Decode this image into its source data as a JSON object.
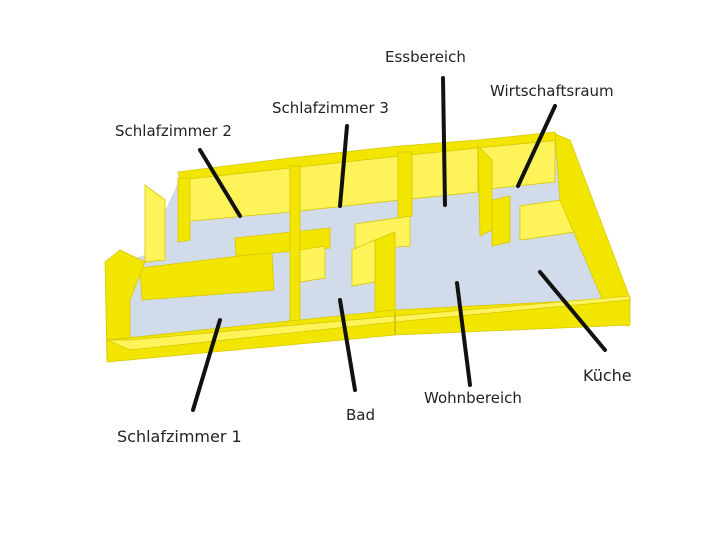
{
  "diagram": {
    "labels": {
      "essbereich": "Essbereich",
      "wirtschaftsraum": "Wirtschaftsraum",
      "schlafzimmer3": "Schlafzimmer 3",
      "schlafzimmer2": "Schlafzimmer 2",
      "schlafzimmer1": "Schlafzimmer 1",
      "bad": "Bad",
      "wohnbereich": "Wohnbereich",
      "kueche": "Küche"
    },
    "colors": {
      "wall": "#f2e600",
      "floor": "#d2dbe9",
      "leader": "#111111"
    }
  }
}
